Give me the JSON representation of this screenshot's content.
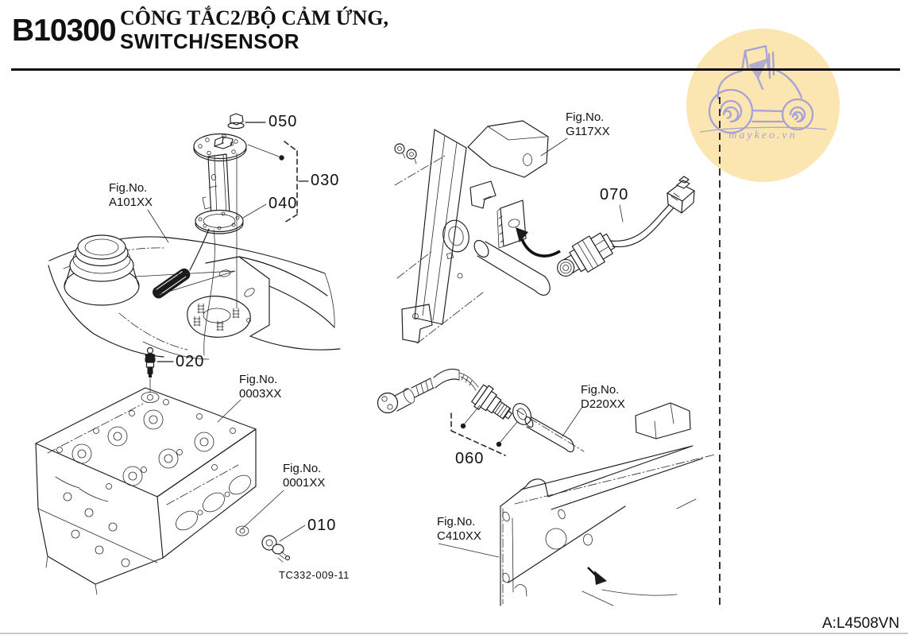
{
  "page": {
    "code": "B10300",
    "title_vi": "CÔNG TẮC2/BỘ CẢM ỨNG,",
    "title_en": "SWITCH/SENSOR",
    "footer_ref": "A:L4508VN",
    "drawing_code": "TC332-009-11"
  },
  "watermark": {
    "text": "maykeo.vn",
    "circle_color": "#fbe6b2",
    "art_color": "#a7a2d6"
  },
  "callouts": {
    "c050": "050",
    "c030": "030",
    "c040": "040",
    "c020": "020",
    "c010": "010",
    "c060": "060",
    "c070": "070"
  },
  "fig_refs": {
    "a101": {
      "label": "Fig.No.",
      "code": "A101XX"
    },
    "g117": {
      "label": "Fig.No.",
      "code": "G117XX"
    },
    "h0003": {
      "label": "Fig.No.",
      "code": "0003XX"
    },
    "h0001": {
      "label": "Fig.No.",
      "code": "0001XX"
    },
    "d220": {
      "label": "Fig.No.",
      "code": "D220XX"
    },
    "c410": {
      "label": "Fig.No.",
      "code": "C410XX"
    }
  }
}
